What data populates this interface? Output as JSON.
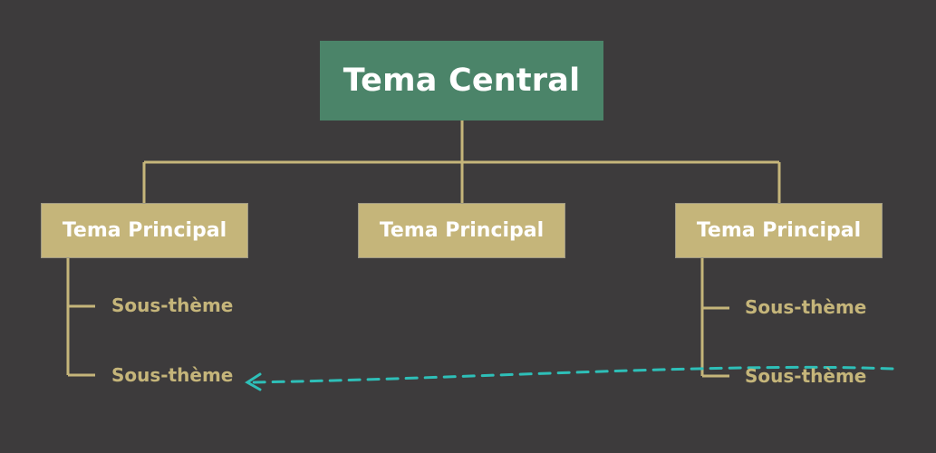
{
  "colors": {
    "background": "#3d3b3c",
    "central_fill": "#4b8469",
    "main_fill": "#c5b57a",
    "connector": "#c5b57a",
    "subtopic_text": "#c5b57a",
    "arrow": "#2ebfb8"
  },
  "central": {
    "label": "Tema Central"
  },
  "main_topics": [
    {
      "label": "Tema Principal"
    },
    {
      "label": "Tema Principal"
    },
    {
      "label": "Tema Principal"
    }
  ],
  "subtopics": {
    "left": [
      {
        "label": "Sous-thème"
      },
      {
        "label": "Sous-thème"
      }
    ],
    "right": [
      {
        "label": "Sous-thème"
      },
      {
        "label": "Sous-thème"
      }
    ]
  },
  "relationship_arrow": {
    "style": "dashed",
    "direction": "right-to-left"
  }
}
